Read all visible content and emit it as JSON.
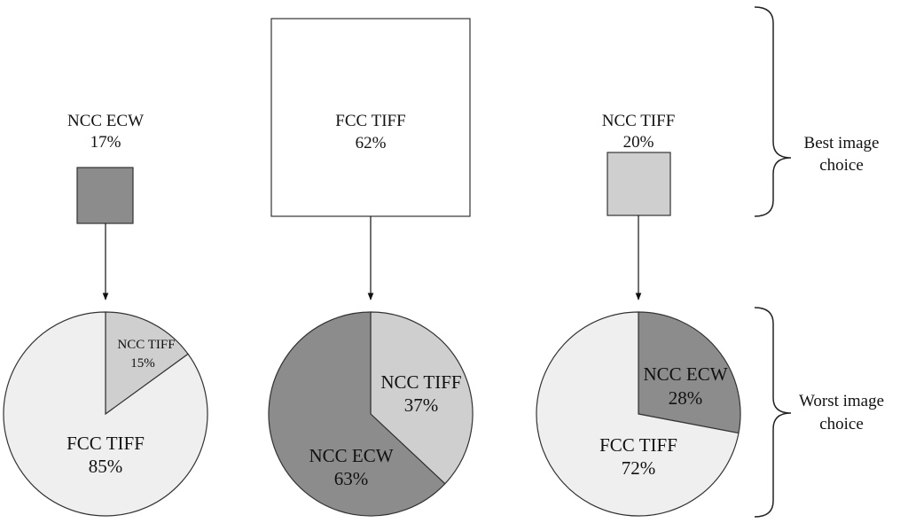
{
  "chart_data": [
    {
      "type": "pie",
      "best": {
        "label": "NCC ECW",
        "pct": "17%",
        "value": 17,
        "color": "#8c8c8c"
      },
      "slices": [
        {
          "label": "NCC TIFF",
          "pct": "15%",
          "value": 15,
          "color": "#cfcfcf"
        },
        {
          "label": "FCC TIFF",
          "pct": "85%",
          "value": 85,
          "color": "#efefef"
        }
      ]
    },
    {
      "type": "pie",
      "best": {
        "label": "FCC TIFF",
        "pct": "62%",
        "value": 62,
        "color": "#ffffff"
      },
      "slices": [
        {
          "label": "NCC TIFF",
          "pct": "37%",
          "value": 37,
          "color": "#cfcfcf"
        },
        {
          "label": "NCC ECW",
          "pct": "63%",
          "value": 63,
          "color": "#8c8c8c"
        }
      ]
    },
    {
      "type": "pie",
      "best": {
        "label": "NCC TIFF",
        "pct": "20%",
        "value": 20,
        "color": "#cfcfcf"
      },
      "slices": [
        {
          "label": "NCC ECW",
          "pct": "28%",
          "value": 28,
          "color": "#8c8c8c"
        },
        {
          "label": "FCC TIFF",
          "pct": "72%",
          "value": 72,
          "color": "#efefef"
        }
      ]
    }
  ],
  "brackets": {
    "best": [
      "Best image",
      "choice"
    ],
    "worst": [
      "Worst image",
      "choice"
    ]
  }
}
